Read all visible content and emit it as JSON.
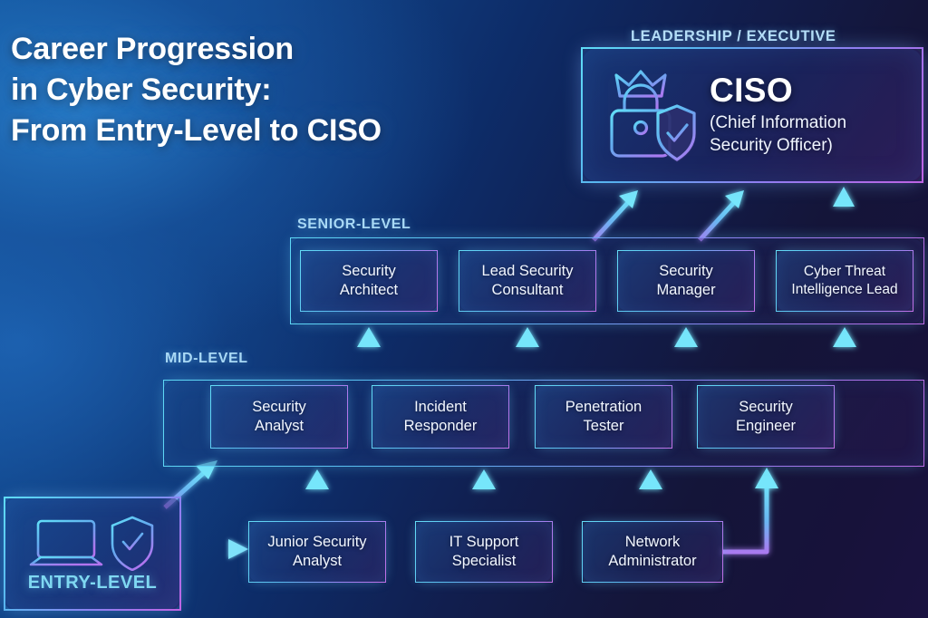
{
  "title": {
    "line1": "Career Progression",
    "line2": "in Cyber Security:",
    "line3": "From Entry-Level to CISO"
  },
  "captions": {
    "leadership": "LEADERSHIP / EXECUTIVE",
    "senior": "SENIOR-LEVEL",
    "mid": "MID-LEVEL"
  },
  "ciso": {
    "title": "CISO",
    "subtitle_line1": "(Chief Information",
    "subtitle_line2": "Security Officer)",
    "icon": "crown-lock-shield-icon"
  },
  "senior_level": {
    "roles": [
      {
        "line1": "Security",
        "line2": "Architect"
      },
      {
        "line1": "Lead Security",
        "line2": "Consultant"
      },
      {
        "line1": "Security",
        "line2": "Manager"
      },
      {
        "line1": "Cyber Threat",
        "line2": "Intelligence Lead"
      }
    ]
  },
  "mid_level": {
    "roles": [
      {
        "line1": "Security",
        "line2": "Analyst"
      },
      {
        "line1": "Incident",
        "line2": "Responder"
      },
      {
        "line1": "Penetration",
        "line2": "Tester"
      },
      {
        "line1": "Security",
        "line2": "Engineer"
      }
    ]
  },
  "entry_level": {
    "label": "ENTRY-LEVEL",
    "icons": [
      "laptop-icon",
      "shield-check-icon"
    ],
    "roles": [
      {
        "line1": "Junior Security",
        "line2": "Analyst"
      },
      {
        "line1": "IT Support",
        "line2": "Specialist"
      },
      {
        "line1": "Network",
        "line2": "Administrator"
      }
    ]
  },
  "colors": {
    "accent_cyan": "#5fdcf7",
    "accent_blue": "#58b6ef",
    "accent_purple": "#b96ae4",
    "caption_text": "#a9d9f5",
    "entry_label": "#7fd8f2",
    "background_left": "#1667b0",
    "background_right": "#17123a"
  }
}
